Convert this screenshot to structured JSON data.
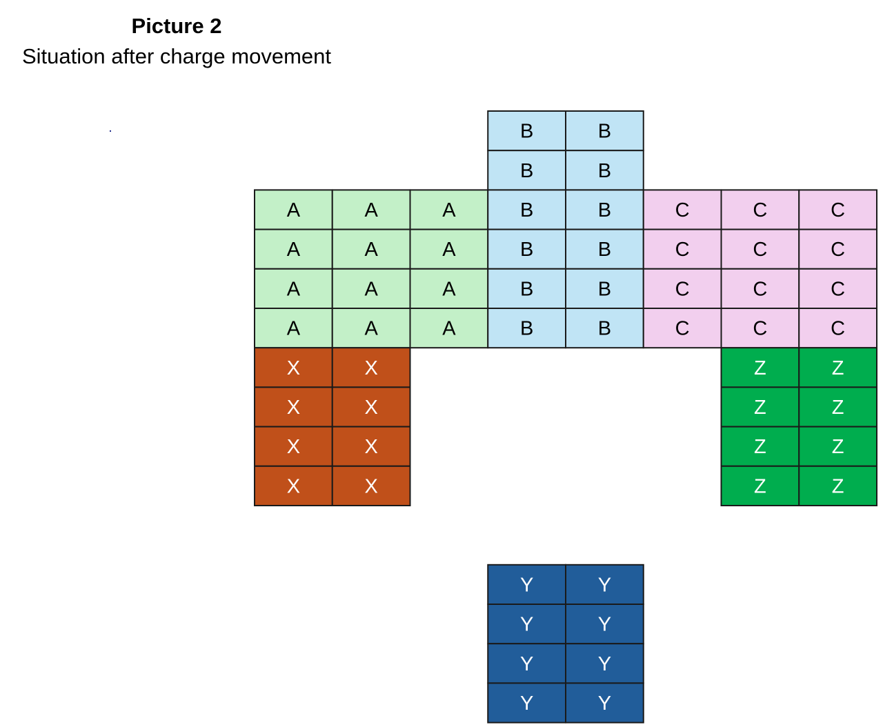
{
  "title": "Picture 2",
  "subtitle": "Situation after charge movement",
  "groups": [
    {
      "id": "A",
      "label": "A",
      "fill": "#c3f0c8",
      "text_color": "#000000",
      "rows": 4,
      "cols": 3
    },
    {
      "id": "B",
      "label": "B",
      "fill": "#c0e4f5",
      "text_color": "#000000",
      "rows": 6,
      "cols": 2
    },
    {
      "id": "C",
      "label": "C",
      "fill": "#f2cfee",
      "text_color": "#000000",
      "rows": 4,
      "cols": 3
    },
    {
      "id": "X",
      "label": "X",
      "fill": "#c0501a",
      "text_color": "#ffffff",
      "rows": 4,
      "cols": 2
    },
    {
      "id": "Z",
      "label": "Z",
      "fill": "#00ad4e",
      "text_color": "#ffffff",
      "rows": 4,
      "cols": 2
    },
    {
      "id": "Y",
      "label": "Y",
      "fill": "#215d9a",
      "text_color": "#ffffff",
      "rows": 4,
      "cols": 2
    }
  ]
}
